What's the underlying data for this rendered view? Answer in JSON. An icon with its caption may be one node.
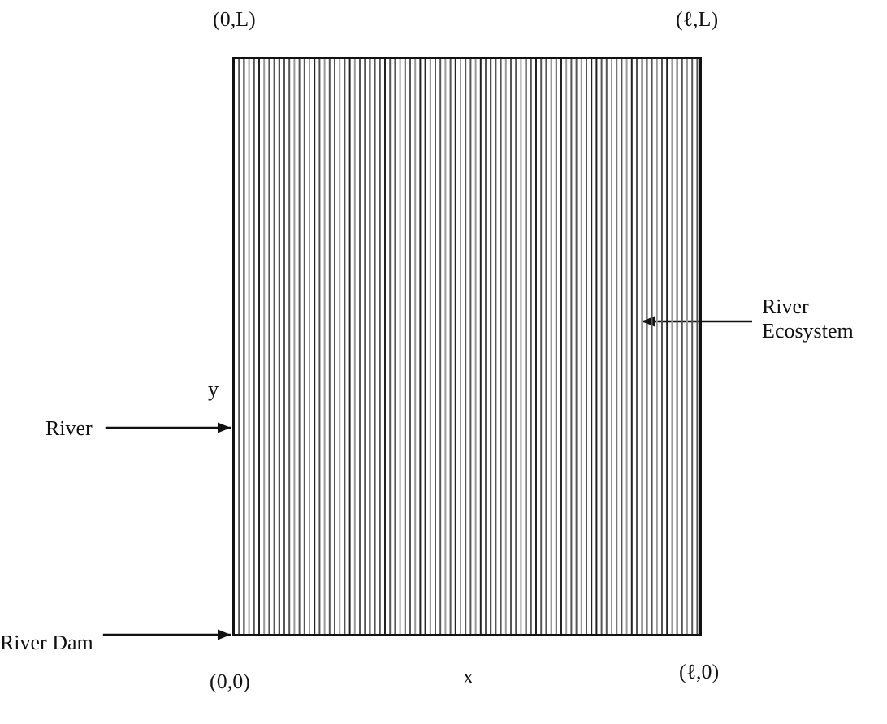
{
  "diagram": {
    "nodes": [
      {
        "text": [],
        "shape": "box"
      },
      {
        "text": [
          "River Ecosystem"
        ]
      },
      {
        "text": [
          "River"
        ]
      },
      {
        "text": [
          "River Dam"
        ]
      }
    ],
    "edges": [
      {
        "from": 1,
        "to": 0,
        "arrow": "to"
      },
      {
        "from": 2,
        "to": 0,
        "arrow": "to"
      },
      {
        "from": 3,
        "to": 0,
        "arrow": "to"
      }
    ],
    "labels": [
      "(0,L)",
      "(ℓ,L)",
      "y",
      "(0,0)",
      "x",
      "(ℓ,0)"
    ]
  }
}
